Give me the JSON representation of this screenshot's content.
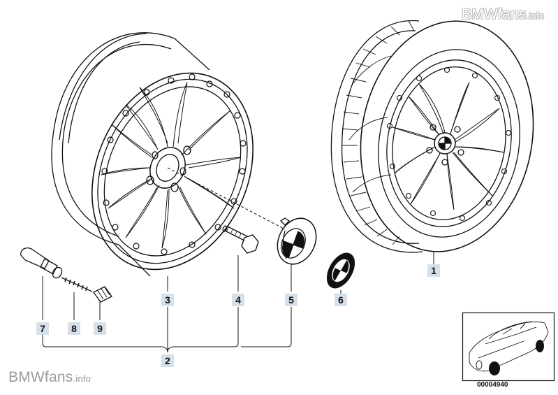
{
  "watermark": {
    "brand": "BMWfans",
    "suffix": ".info"
  },
  "diagram_number": "00004940",
  "callouts": [
    {
      "id": "1",
      "label": "1"
    },
    {
      "id": "2",
      "label": "2"
    },
    {
      "id": "3",
      "label": "3"
    },
    {
      "id": "4",
      "label": "4"
    },
    {
      "id": "5",
      "label": "5"
    },
    {
      "id": "6",
      "label": "6"
    },
    {
      "id": "7",
      "label": "7"
    },
    {
      "id": "8",
      "label": "8"
    },
    {
      "id": "9",
      "label": "9"
    }
  ],
  "colors": {
    "line": "#111111",
    "callout_bg": "#d6e0ea",
    "background": "#ffffff"
  }
}
